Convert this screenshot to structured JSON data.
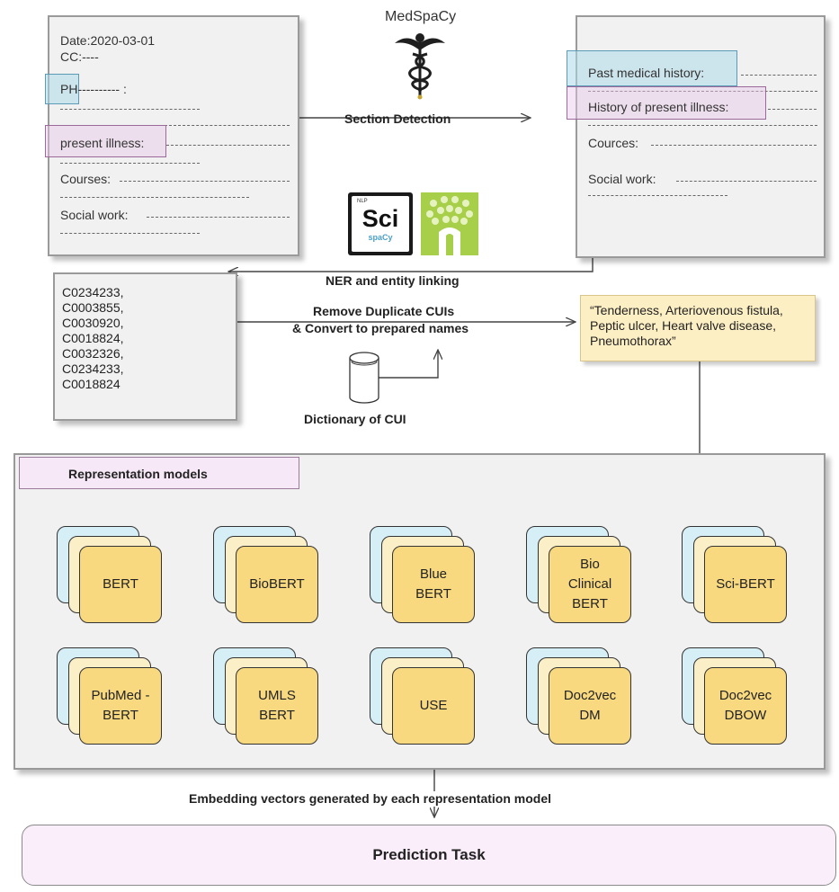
{
  "left_note": {
    "date": "Date:2020-03-01",
    "cc": "CC:----",
    "ph": "PH---------- :",
    "present_illness": "present illness:",
    "courses": "Courses:",
    "social_work": "Social work:"
  },
  "right_note": {
    "past_medical_history": "Past medical history:",
    "history_present_illness": "History of present illness:",
    "cources": "Cources:",
    "social_work": "Social work:"
  },
  "medspacy": {
    "title": "MedSpaCy",
    "icon": "caduceus-icon"
  },
  "scispacy": {
    "logo_main": "Sci",
    "logo_sub": "spaCy",
    "logo_top": "NLP",
    "icon": "tree-logo-icon"
  },
  "labels": {
    "section_detection": "Section Detection",
    "ner_linking": "NER and entity linking",
    "remove_dup_1": "Remove Duplicate CUIs",
    "remove_dup_2": "& Convert to prepared names",
    "dictionary": "Dictionary of CUI",
    "embedding": "Embedding vectors generated by each representation model"
  },
  "cuis": [
    "C0234233,",
    "C0003855,",
    "C0030920,",
    "C0018824,",
    "C0032326,",
    "C0234233,",
    "C0018824"
  ],
  "names_box": "“Tenderness, Arteriovenous fistula, Peptic ulcer,  Heart valve disease, Pneumothorax”",
  "representation": {
    "title": "Representation models",
    "models": [
      "BERT",
      "BioBERT",
      "Blue BERT",
      "Bio Clinical BERT",
      "Sci-BERT",
      "PubMed -BERT",
      "UMLS BERT",
      "USE",
      "Doc2vec DM",
      "Doc2vec DBOW"
    ]
  },
  "prediction": {
    "title": "Prediction Task"
  },
  "colors": {
    "card_back": "#d6eef6",
    "card_mid": "#fbefc8",
    "card_front": "#f8d980",
    "names_box": "#fdefc4",
    "prediction": "#fbeefb",
    "highlight_blue": "#add8e6",
    "highlight_pink": "#e6c8e6"
  }
}
